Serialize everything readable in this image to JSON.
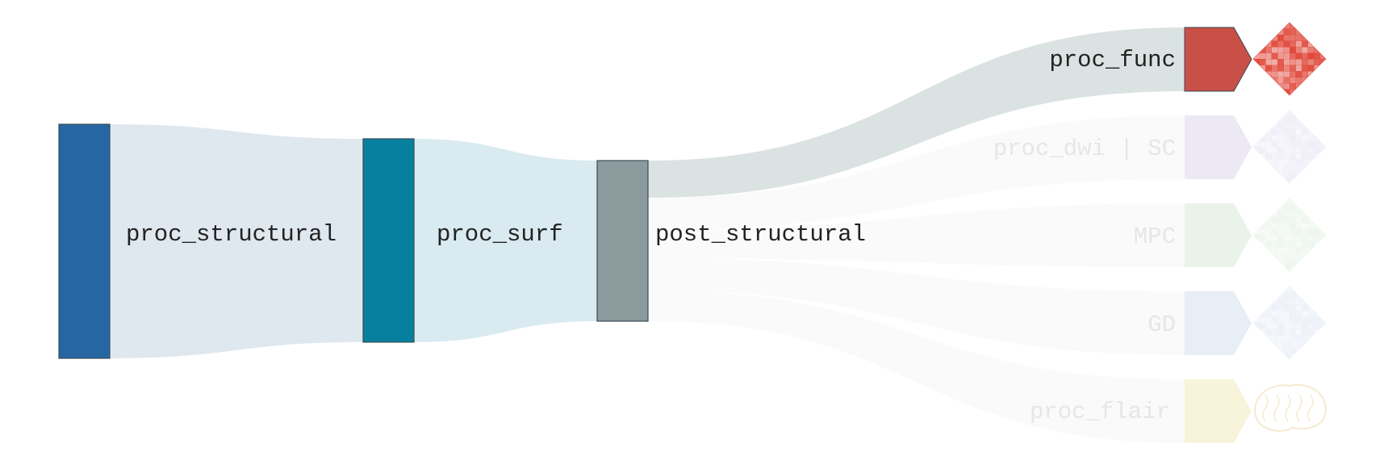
{
  "nodes": [
    {
      "id": "proc_structural",
      "label": "proc_structural",
      "color": "#2667a3"
    },
    {
      "id": "proc_surf",
      "label": "proc_surf",
      "color": "#07809f"
    },
    {
      "id": "post_structural",
      "label": "post_structural",
      "color": "#8a9a9d"
    },
    {
      "id": "proc_func",
      "label": "proc_func",
      "color": "#c85046",
      "active": true,
      "icon": "diamond-connectivity-matrix-icon"
    },
    {
      "id": "proc_dwi_sc",
      "label": "proc_dwi | SC",
      "color": "#ece9f5",
      "active": false,
      "icon": "diamond-connectivity-matrix-icon"
    },
    {
      "id": "mpc",
      "label": "MPC",
      "color": "#eaf3ea",
      "active": false,
      "icon": "diamond-connectivity-matrix-icon"
    },
    {
      "id": "gd",
      "label": "GD",
      "color": "#e8eef6",
      "active": false,
      "icon": "diamond-connectivity-matrix-icon"
    },
    {
      "id": "proc_flair",
      "label": "proc_flair",
      "color": "#f8f4dc",
      "active": false,
      "icon": "brain-icon"
    }
  ],
  "links": [
    {
      "from": "proc_structural",
      "to": "proc_surf",
      "color": "#dfe7ef"
    },
    {
      "from": "proc_surf",
      "to": "post_structural",
      "color": "#d9eaf0"
    },
    {
      "from": "post_structural",
      "to": "proc_func",
      "color": "#dbe2e2"
    },
    {
      "from": "post_structural",
      "to": "proc_dwi_sc",
      "color": "#fafafa"
    },
    {
      "from": "post_structural",
      "to": "mpc",
      "color": "#fafafa"
    },
    {
      "from": "post_structural",
      "to": "gd",
      "color": "#fafafa"
    },
    {
      "from": "post_structural",
      "to": "proc_flair",
      "color": "#fafafa"
    }
  ],
  "colors": {
    "active_text": "#222222",
    "inactive_text": "#e6e6e6",
    "matrix_active": "#e0483a",
    "node_stroke": "#3a4a55"
  }
}
